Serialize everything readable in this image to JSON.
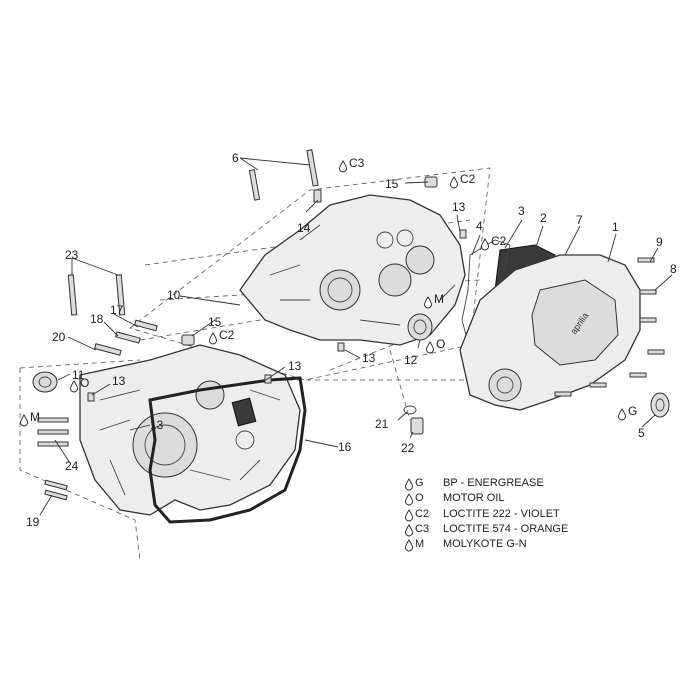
{
  "callouts": {
    "n1": "1",
    "n2": "2",
    "n3": "3",
    "n4": "4",
    "n5": "5",
    "n6": "6",
    "n7": "7",
    "n8": "8",
    "n9": "9",
    "n10": "10",
    "n11": "11",
    "n12": "12",
    "n13": "13",
    "n14": "14",
    "n15": "15",
    "n16": "16",
    "n17": "17",
    "n18": "18",
    "n19": "19",
    "n20": "20",
    "n21": "21",
    "n22": "22",
    "n23": "23",
    "n24": "24"
  },
  "markers": {
    "c3": "C3",
    "c2": "C2",
    "m": "M",
    "o": "O",
    "g": "G"
  },
  "legend": [
    {
      "code": "G",
      "text": "BP - ENERGREASE"
    },
    {
      "code": "O",
      "text": "MOTOR OIL"
    },
    {
      "code": "C2",
      "text": "LOCTITE 222 - VIOLET"
    },
    {
      "code": "C3",
      "text": "LOCTITE 574 - ORANGE"
    },
    {
      "code": "M",
      "text": "MOLYKOTE G-N"
    }
  ],
  "brand_text": "aprilia"
}
